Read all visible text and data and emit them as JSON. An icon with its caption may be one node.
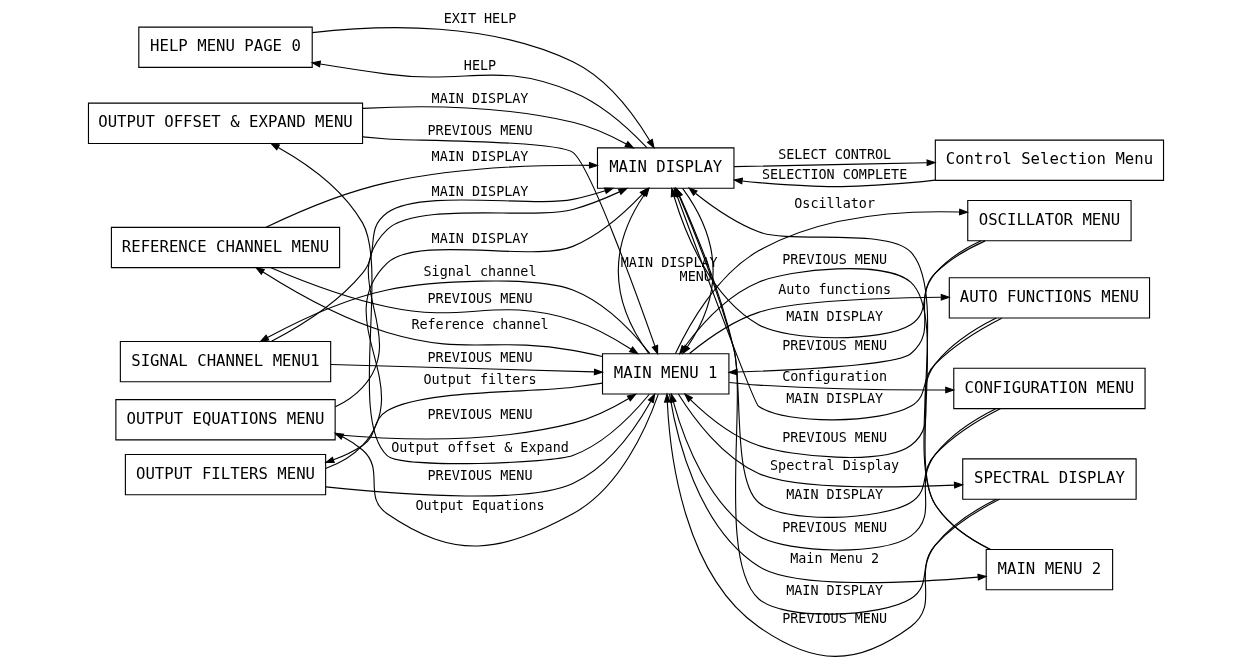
{
  "diagram": {
    "nodes": [
      {
        "text": [
          "MAIN DISPLAY"
        ]
      },
      {
        "text": [
          "HELP MENU PAGE 0"
        ]
      },
      {
        "text": [
          "Control Selection Menu"
        ]
      },
      {
        "text": [
          "MAIN MENU 1"
        ]
      },
      {
        "text": [
          "SIGNAL CHANNEL MENU1"
        ]
      },
      {
        "text": [
          "REFERENCE CHANNEL MENU"
        ]
      },
      {
        "text": [
          "OUTPUT FILTERS MENU"
        ]
      },
      {
        "text": [
          "OUTPUT OFFSET & EXPAND MENU"
        ]
      },
      {
        "text": [
          "OUTPUT EQUATIONS MENU"
        ]
      },
      {
        "text": [
          "MAIN MENU 2"
        ]
      },
      {
        "text": [
          "OSCILLATOR MENU"
        ]
      },
      {
        "text": [
          "AUTO FUNCTIONS MENU"
        ]
      },
      {
        "text": [
          "CONFIGURATION MENU"
        ]
      },
      {
        "text": [
          "SPECTRAL DISPLAY"
        ]
      }
    ],
    "edges": [
      {
        "from": 0,
        "to": 1,
        "arrow": "to",
        "label": "HELP"
      },
      {
        "from": 1,
        "to": 0,
        "arrow": "to",
        "label": "EXIT HELP"
      },
      {
        "from": 0,
        "to": 2,
        "arrow": "to",
        "label": "SELECT CONTROL"
      },
      {
        "from": 2,
        "to": 0,
        "arrow": "to",
        "label": "SELECTION COMPLETE"
      },
      {
        "from": 0,
        "to": 3,
        "arrow": "to",
        "label": "MENU"
      },
      {
        "from": 3,
        "to": 0,
        "arrow": "to",
        "label": "MAIN DISPLAY"
      },
      {
        "from": 3,
        "to": 4,
        "arrow": "to",
        "label": "Signal channel"
      },
      {
        "from": 3,
        "to": 5,
        "arrow": "to",
        "label": "Reference channel"
      },
      {
        "from": 3,
        "to": 6,
        "arrow": "to",
        "label": "Output filters"
      },
      {
        "from": 3,
        "to": 7,
        "arrow": "to",
        "label": "Output offset & Expand"
      },
      {
        "from": 3,
        "to": 8,
        "arrow": "to",
        "label": "Output Equations"
      },
      {
        "from": 3,
        "to": 10,
        "arrow": "to",
        "label": "Oscillator"
      },
      {
        "from": 3,
        "to": 11,
        "arrow": "to",
        "label": "Auto functions"
      },
      {
        "from": 3,
        "to": 12,
        "arrow": "to",
        "label": "Configuration"
      },
      {
        "from": 3,
        "to": 13,
        "arrow": "to",
        "label": "Spectral Display"
      },
      {
        "from": 3,
        "to": 9,
        "arrow": "to",
        "label": "Main Menu 2"
      },
      {
        "from": 4,
        "to": 3,
        "arrow": "to",
        "label": "PREVIOUS MENU"
      },
      {
        "from": 4,
        "to": 0,
        "arrow": "to",
        "label": "MAIN DISPLAY"
      },
      {
        "from": 5,
        "to": 3,
        "arrow": "to",
        "label": "PREVIOUS MENU"
      },
      {
        "from": 5,
        "to": 0,
        "arrow": "to",
        "label": "MAIN DISPLAY"
      },
      {
        "from": 6,
        "to": 3,
        "arrow": "to",
        "label": "PREVIOUS MENU"
      },
      {
        "from": 6,
        "to": 0,
        "arrow": "to",
        "label": "MAIN DISPLAY"
      },
      {
        "from": 7,
        "to": 3,
        "arrow": "to",
        "label": "PREVIOUS MENU"
      },
      {
        "from": 7,
        "to": 0,
        "arrow": "to",
        "label": "MAIN DISPLAY"
      },
      {
        "from": 8,
        "to": 3,
        "arrow": "to",
        "label": "PREVIOUS MENU"
      },
      {
        "from": 8,
        "to": 0,
        "arrow": "to"
      },
      {
        "from": 9,
        "to": 3,
        "arrow": "to",
        "label": "PREVIOUS MENU"
      },
      {
        "from": 9,
        "to": 0,
        "arrow": "to"
      },
      {
        "from": 10,
        "to": 3,
        "arrow": "to",
        "label": "PREVIOUS MENU"
      },
      {
        "from": 10,
        "to": 0,
        "arrow": "to",
        "label": "MAIN DISPLAY"
      },
      {
        "from": 11,
        "to": 3,
        "arrow": "to",
        "label": "PREVIOUS MENU"
      },
      {
        "from": 11,
        "to": 0,
        "arrow": "to",
        "label": "MAIN DISPLAY"
      },
      {
        "from": 12,
        "to": 3,
        "arrow": "to",
        "label": "PREVIOUS MENU"
      },
      {
        "from": 12,
        "to": 0,
        "arrow": "to",
        "label": "MAIN DISPLAY"
      },
      {
        "from": 13,
        "to": 3,
        "arrow": "to",
        "label": "PREVIOUS MENU"
      },
      {
        "from": 13,
        "to": 0,
        "arrow": "to",
        "label": "MAIN DISPLAY"
      }
    ]
  }
}
